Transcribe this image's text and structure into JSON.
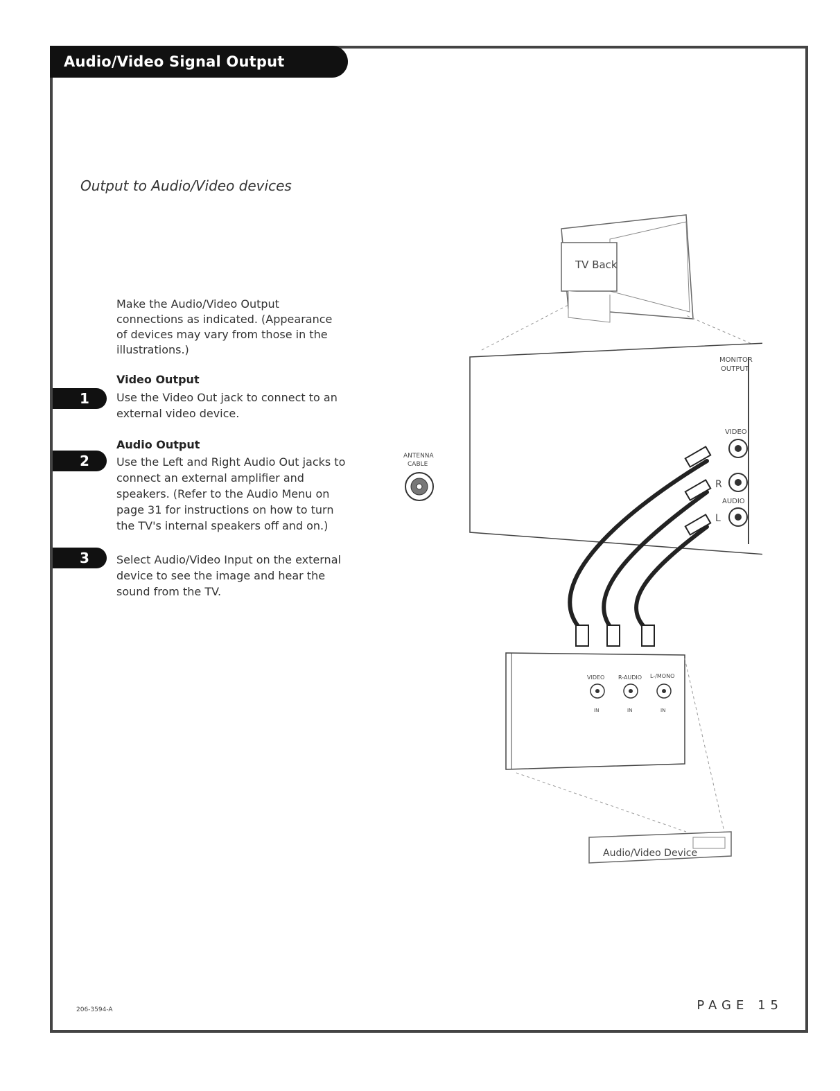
{
  "header": {
    "title": "Audio/Video Signal Output"
  },
  "subtitle": "Output to Audio/Video devices",
  "intro": "Make the Audio/Video Output connections as indicated. (Appearance of devices may vary from those in the illustrations.)",
  "steps": [
    {
      "number": "1",
      "heading": "Video Output",
      "text": "Use the Video Out jack to connect to an external video device."
    },
    {
      "number": "2",
      "heading": "Audio Output",
      "text": "Use the Left and Right Audio Out jacks to connect an external amplifier and speakers. (Refer to the Audio Menu on page 31 for instructions on how to turn the TV's internal speakers off and on.)"
    },
    {
      "number": "3",
      "heading": "",
      "text": "Select Audio/Video Input on the external device to see the image and hear the sound from the TV."
    }
  ],
  "diagram": {
    "tv_back_label": "TV Back",
    "antenna_label_1": "ANTENNA",
    "antenna_label_2": "CABLE",
    "monitor_output_1": "MONITOR",
    "monitor_output_2": "OUTPUT",
    "video_label": "VIDEO",
    "r_label": "R",
    "audio_label": "AUDIO",
    "l_label": "L",
    "in_jacks": [
      {
        "top": "VIDEO",
        "bottom": "IN"
      },
      {
        "top": "R-AUDIO",
        "bottom": "IN"
      },
      {
        "top": "L-/MONO",
        "bottom": "IN"
      }
    ],
    "device_label": "Audio/Video Device"
  },
  "footer": {
    "doc_code": "206-3594-A",
    "page": "PAGE 15"
  }
}
